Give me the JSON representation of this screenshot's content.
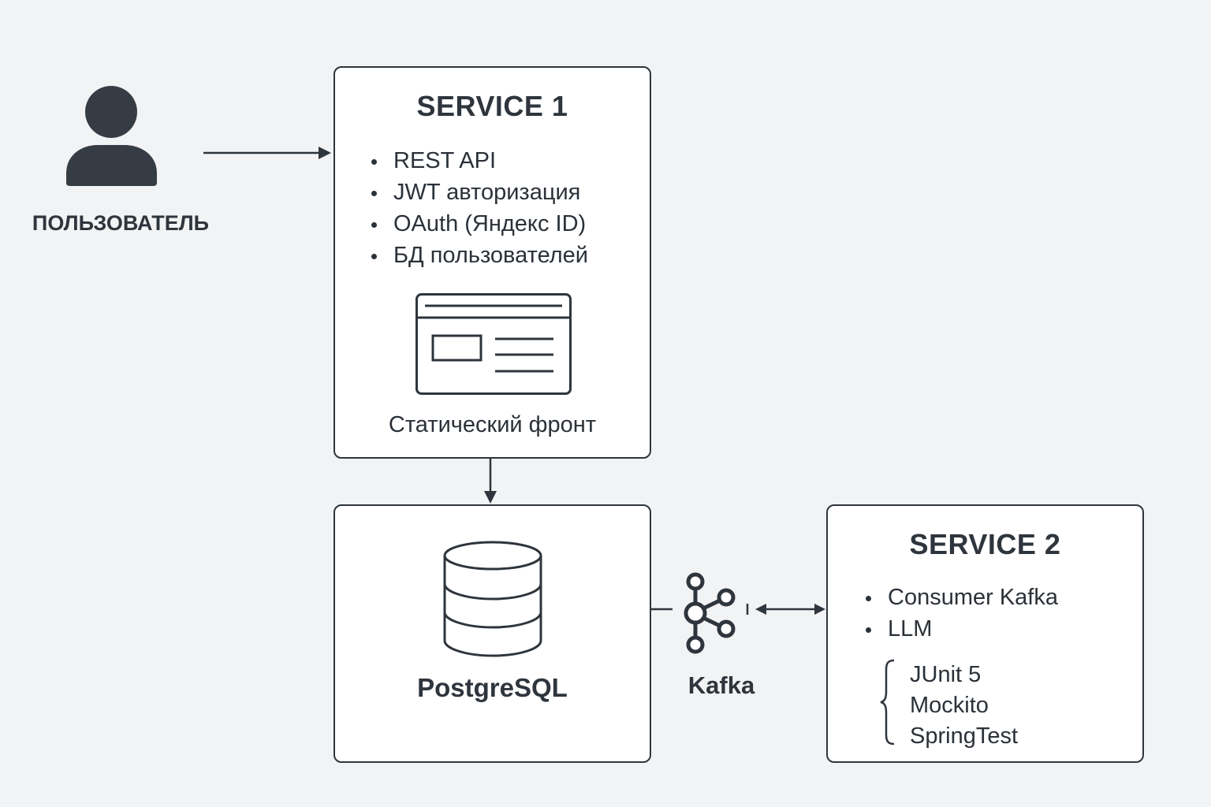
{
  "user": {
    "label": "ПОЛЬЗОВАТЕЛЬ",
    "icon": "user-icon"
  },
  "service1": {
    "title": "SERVICE 1",
    "items": [
      "REST API",
      "JWT авторизация",
      "OAuth (Яндекс ID)",
      "БД пользователей"
    ],
    "front_icon": "browser-window-icon",
    "front_caption": "Статический фронт"
  },
  "postgres": {
    "icon": "database-icon",
    "label": "PostgreSQL"
  },
  "kafka": {
    "icon": "kafka-icon",
    "label": "Kafka"
  },
  "service2": {
    "title": "SERVICE 2",
    "items": [
      "Consumer Kafka",
      "LLM"
    ],
    "tests": [
      "JUnit 5",
      "Mockito",
      "SpringTest"
    ]
  },
  "colors": {
    "background": "#f2f3f4",
    "stroke": "#2f353c",
    "box_fill": "#ffffff"
  }
}
